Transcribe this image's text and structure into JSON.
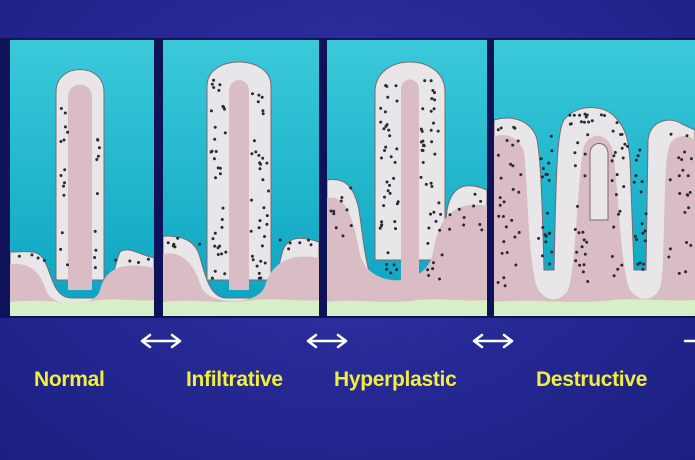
{
  "diagram": {
    "stages": [
      {
        "label": "Normal"
      },
      {
        "label": "Infiltrative"
      },
      {
        "label": "Hyperplastic"
      },
      {
        "label": "Destructive"
      }
    ],
    "colors": {
      "background": "#272a96",
      "lumen_top": "#38c8d8",
      "lumen_bottom": "#0aa4c2",
      "epithelium": "#e9e6e9",
      "lamina": "#d9bcc4",
      "submucosa": "#d7efc6",
      "cell_dots": "#2a2a33",
      "label_text": "#f2ee3c",
      "arrow": "#ffffff"
    },
    "icons": [
      "double-arrow-icon"
    ]
  }
}
